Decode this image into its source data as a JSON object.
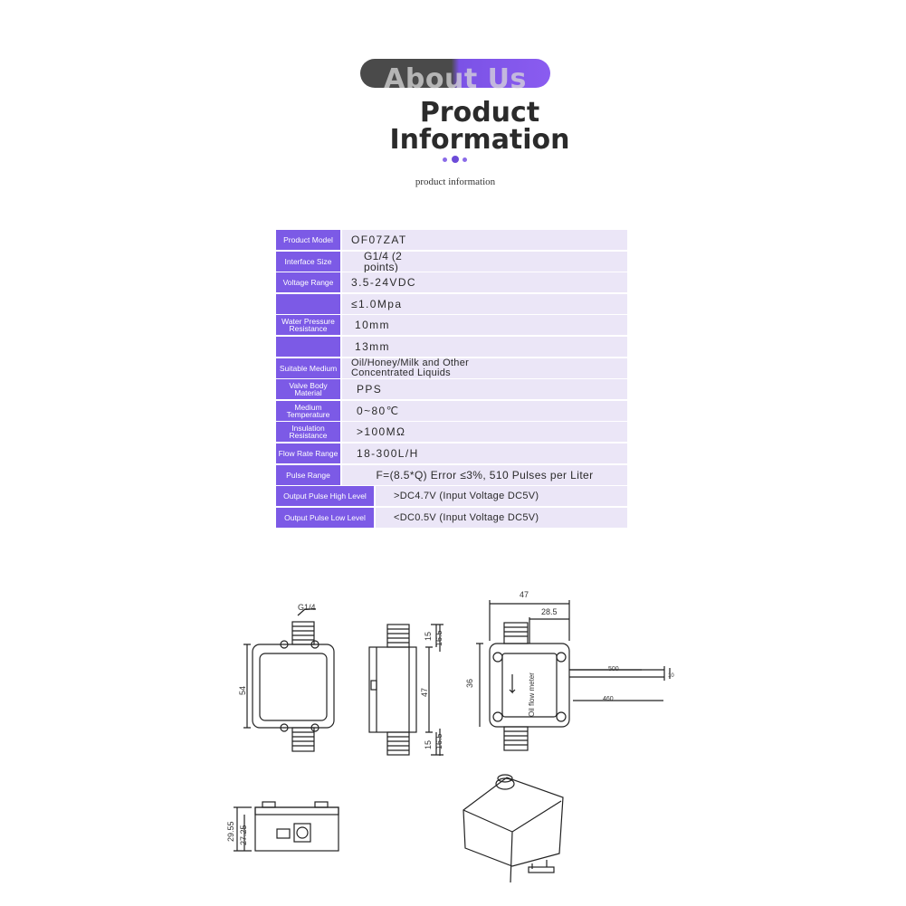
{
  "header": {
    "about_label": "About Us",
    "title_line1": "Product",
    "title_line2": "Information",
    "subtitle": "product information"
  },
  "specs": [
    {
      "label": "Product Model",
      "value": "OF07ZAT"
    },
    {
      "label": "Interface Size",
      "value": "G1/4 (2 points)"
    },
    {
      "label": "Voltage Range",
      "value": "3.5-24VDC"
    },
    {
      "label": "",
      "value": "≤1.0Mpa"
    },
    {
      "label": "Water Pressure Resistance",
      "value": "10mm"
    },
    {
      "label": "",
      "value": "13mm"
    },
    {
      "label": "Suitable Medium",
      "value": "Oil/Honey/Milk and Other Concentrated Liquids"
    },
    {
      "label": "Valve Body Material",
      "value": "PPS"
    },
    {
      "label": "Medium Temperature",
      "value": "0~80℃"
    },
    {
      "label": "Insulation Resistance",
      "value": ">100MΩ"
    },
    {
      "label": "Flow Rate Range",
      "value": "18-300L/H"
    },
    {
      "label": "Pulse Range",
      "value": "F=(8.5*Q) Error ≤3%, 510 Pulses per Liter"
    },
    {
      "label": "Output Pulse High Level",
      "value": ">DC4.7V (Input Voltage DC5V)"
    },
    {
      "label": "Output Pulse Low Level",
      "value": "<DC0.5V (Input Voltage DC5V)"
    }
  ],
  "drawing": {
    "front_thread": "G1/4",
    "front_height": "54",
    "side_top_a": "15",
    "side_top_b": "16.5",
    "side_height": "47",
    "side_bottom_a": "15",
    "side_bottom_b": "16.5",
    "top_width": "47",
    "top_half": "28.5",
    "top_height": "36",
    "cable_outer": "500",
    "cable_inner": "460",
    "cable_end": "10",
    "meter_text": "Oil flow meter",
    "bottom_h1": "29.55",
    "bottom_h2": "27.25"
  },
  "colors": {
    "accent": "#7c5ae6",
    "value_bg": "#ebe6f7",
    "pill_dark": "#4a4a4a"
  }
}
